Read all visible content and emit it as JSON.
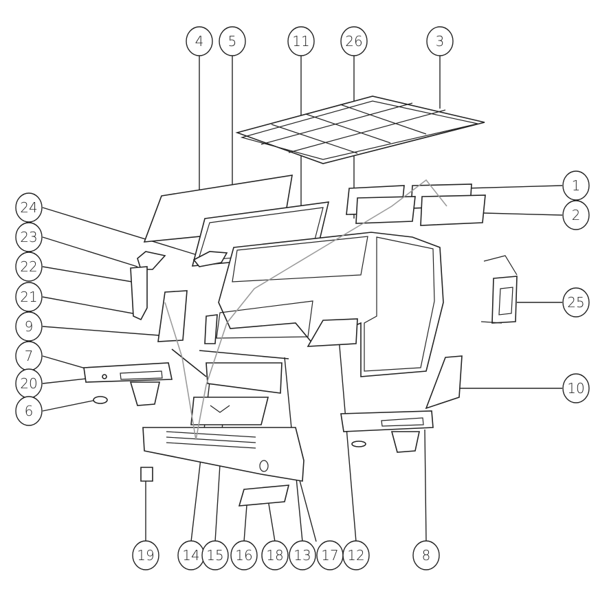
{
  "callouts": [
    {
      "id": "c4",
      "text": "4"
    },
    {
      "id": "c5",
      "text": "5"
    },
    {
      "id": "c11",
      "text": "11"
    },
    {
      "id": "c26",
      "text": "26"
    },
    {
      "id": "c3",
      "text": "3"
    },
    {
      "id": "c1",
      "text": "1"
    },
    {
      "id": "c2",
      "text": "2"
    },
    {
      "id": "c24",
      "text": "24"
    },
    {
      "id": "c23",
      "text": "23"
    },
    {
      "id": "c22",
      "text": "22"
    },
    {
      "id": "c21",
      "text": "21"
    },
    {
      "id": "c9",
      "text": "9"
    },
    {
      "id": "c7",
      "text": "7"
    },
    {
      "id": "c20",
      "text": "20"
    },
    {
      "id": "c6",
      "text": "6"
    },
    {
      "id": "c25",
      "text": "25"
    },
    {
      "id": "c10",
      "text": "10"
    },
    {
      "id": "c19",
      "text": "19"
    },
    {
      "id": "c14",
      "text": "14"
    },
    {
      "id": "c15",
      "text": "15"
    },
    {
      "id": "c16",
      "text": "16"
    },
    {
      "id": "c18",
      "text": "18"
    },
    {
      "id": "c13",
      "text": "13"
    },
    {
      "id": "c17",
      "text": "17"
    },
    {
      "id": "c12",
      "text": "12"
    },
    {
      "id": "c8",
      "text": "8"
    }
  ],
  "colors": {
    "line": "#222222",
    "watermark": "#9a9a9a",
    "background": "#ffffff"
  }
}
